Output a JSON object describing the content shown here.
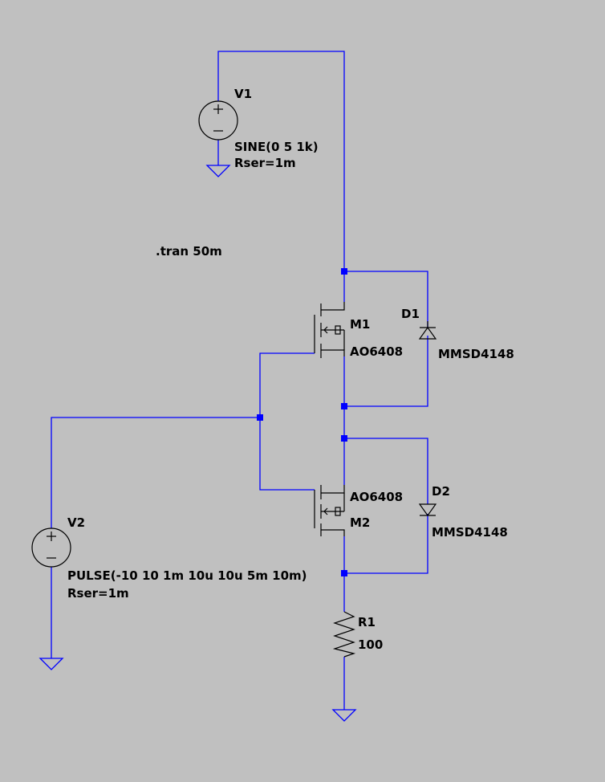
{
  "schematic": {
    "background": "#c0c0c0",
    "wire_color": "#0000ff",
    "component_color": "#000000",
    "directive": ".tran 50m",
    "v1": {
      "name": "V1",
      "value": "SINE(0 5 1k)",
      "rser": "Rser=1m",
      "icon": "voltage-source-icon"
    },
    "v2": {
      "name": "V2",
      "value": "PULSE(-10 10 1m 10u 10u 5m 10m)",
      "rser": "Rser=1m",
      "icon": "voltage-source-icon"
    },
    "m1": {
      "name": "M1",
      "model": "AO6408",
      "icon": "nmos-transistor-icon"
    },
    "m2": {
      "name": "M2",
      "model": "AO6408",
      "icon": "nmos-transistor-icon"
    },
    "d1": {
      "name": "D1",
      "model": "MMSD4148",
      "icon": "diode-icon"
    },
    "d2": {
      "name": "D2",
      "model": "MMSD4148",
      "icon": "diode-icon"
    },
    "r1": {
      "name": "R1",
      "value": "100",
      "icon": "resistor-icon"
    },
    "grounds": [
      "ground-icon",
      "ground-icon",
      "ground-icon"
    ]
  }
}
